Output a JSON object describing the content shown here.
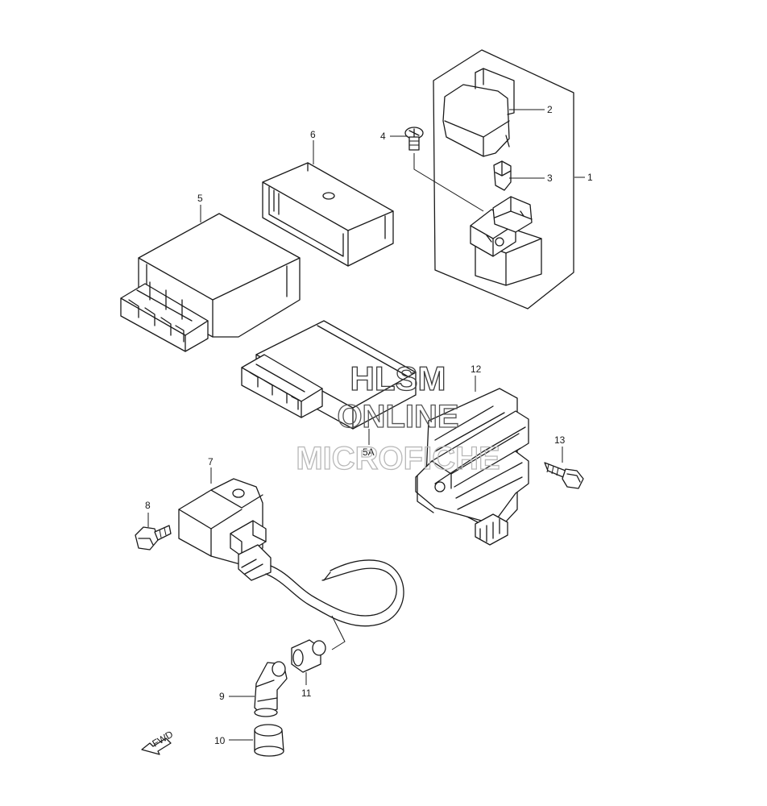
{
  "callouts": {
    "c1": "1",
    "c2": "2",
    "c3": "3",
    "c4": "4",
    "c5": "5",
    "c5a": "5A",
    "c6": "6",
    "c7": "7",
    "c8": "8",
    "c9": "9",
    "c10": "10",
    "c11": "11",
    "c12": "12",
    "c13": "13"
  },
  "watermark": {
    "line1": "HLSM",
    "line2": "ONLINE",
    "line3": "MICROFICHE"
  },
  "direction_marker": {
    "label": "FWD",
    "icon": "forward-arrow-icon"
  },
  "colors": {
    "line": "#1a1a1a",
    "background": "#ffffff",
    "watermark": "#3a3a3a",
    "watermark_light": "#b8b8b8"
  }
}
